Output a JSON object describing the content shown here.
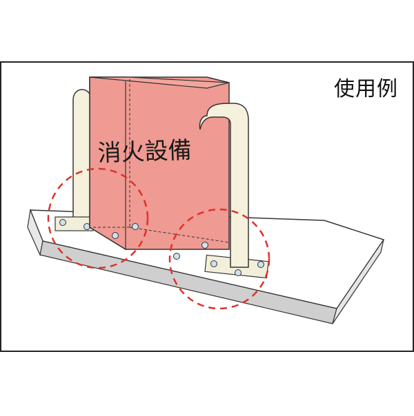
{
  "usage_example_label": "使用例",
  "equipment_label": "消火設備",
  "colors": {
    "equipment_fill": "#ef9a92",
    "equipment_side": "#e98a82",
    "bollard_fill": "#f6f1dd",
    "highlight_dash": "#e0302a",
    "floor_fill": "#ffffff",
    "floor_edge": "#c7c7c7",
    "frame_stroke": "#222222"
  },
  "icons": {
    "bollard": "u-shaped-pipe-guard",
    "bolt": "anchor-bolt",
    "highlight": "dashed-circle"
  }
}
